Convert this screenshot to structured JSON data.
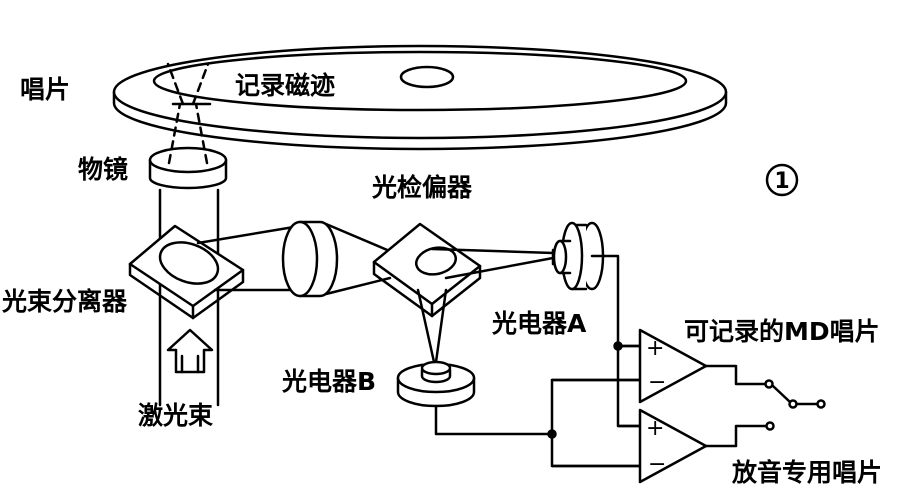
{
  "diagram": {
    "labels": {
      "disc": "唱片",
      "recording_track": "记录磁迹",
      "objective_lens": "物镜",
      "polarization_analyzer": "光检偏器",
      "beam_splitter": "光束分离器",
      "laser_beam": "激光束",
      "photodetector_a": "光电器A",
      "photodetector_b": "光电器B",
      "recordable_md": "可记录的MD唱片",
      "playback_only": "放音专用唱片",
      "figure_number": "①"
    },
    "amplifier_signs": {
      "plus": "+",
      "minus": "−"
    }
  }
}
